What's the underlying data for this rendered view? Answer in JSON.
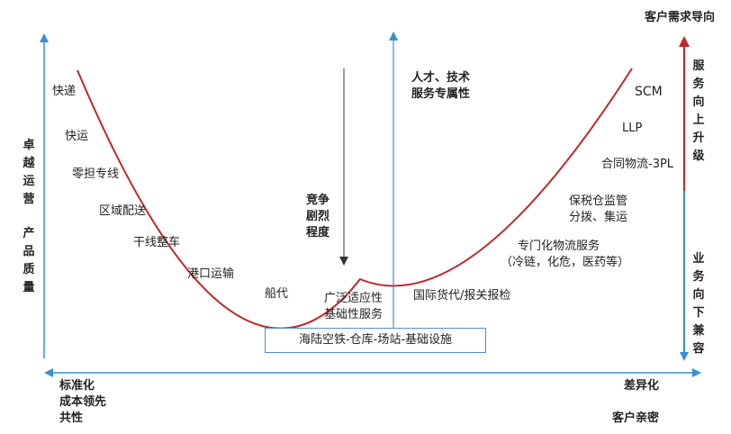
{
  "top_right_title": "客户需求导向",
  "left_axis": {
    "top": "卓越运营",
    "bottom": "产品质量"
  },
  "right_axis": {
    "upper": "服务向上升级",
    "lower": "业务向下兼容"
  },
  "bottom_left": {
    "line1": "标准化",
    "line2": "成本领先",
    "line3": "共性"
  },
  "bottom_right": {
    "line1": "差异化",
    "line2": "客户亲密"
  },
  "center_down": {
    "line1": "竞争",
    "line2": "剧烈",
    "line3": "程度"
  },
  "center_up": {
    "line1": "人才、技术",
    "line2": "服务专属性"
  },
  "left_items": [
    "快递",
    "快运",
    "零担专线",
    "区域配送",
    "干线整车",
    "港口运输",
    "船代"
  ],
  "bottom_item": {
    "line1": "广泛适应性",
    "line2": "基础性服务"
  },
  "right_items": {
    "international": "国际货代/报关报检",
    "specialized": {
      "line1": "专门化物流服务",
      "line2": "（冷链，化危，医药等）"
    },
    "bonded": {
      "line1": "保税仓监管",
      "line2": "分拨、集运"
    },
    "contract": "合同物流-3PL",
    "llp": "LLP",
    "scm": "SCM"
  },
  "infrastructure": "海陆空铁-仓库-场站-基础设施",
  "colors": {
    "curve": "#c0262d",
    "axis_blue": "#3a8fd6",
    "arrow_red": "#c0262d"
  }
}
